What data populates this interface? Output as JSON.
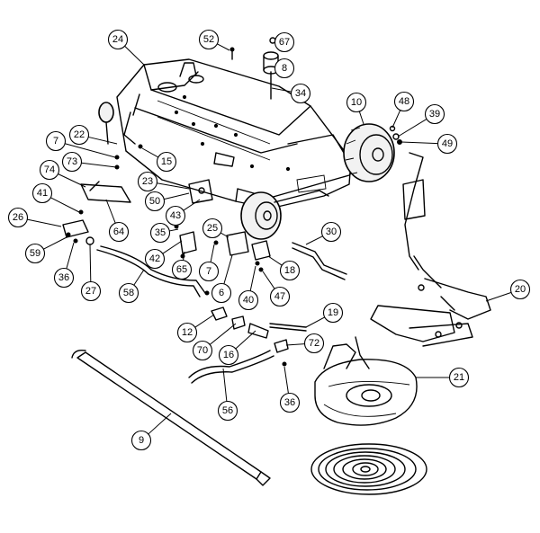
{
  "diagram": {
    "callouts": [
      {
        "label": "24"
      },
      {
        "label": "52"
      },
      {
        "label": "67"
      },
      {
        "label": "8"
      },
      {
        "label": "34"
      },
      {
        "label": "10"
      },
      {
        "label": "48"
      },
      {
        "label": "39"
      },
      {
        "label": "49"
      },
      {
        "label": "7"
      },
      {
        "label": "22"
      },
      {
        "label": "73"
      },
      {
        "label": "74"
      },
      {
        "label": "15"
      },
      {
        "label": "23"
      },
      {
        "label": "50"
      },
      {
        "label": "41"
      },
      {
        "label": "43"
      },
      {
        "label": "26"
      },
      {
        "label": "64"
      },
      {
        "label": "35"
      },
      {
        "label": "25"
      },
      {
        "label": "30"
      },
      {
        "label": "59"
      },
      {
        "label": "42"
      },
      {
        "label": "36"
      },
      {
        "label": "27"
      },
      {
        "label": "65"
      },
      {
        "label": "7"
      },
      {
        "label": "18"
      },
      {
        "label": "58"
      },
      {
        "label": "6"
      },
      {
        "label": "40"
      },
      {
        "label": "47"
      },
      {
        "label": "20"
      },
      {
        "label": "12"
      },
      {
        "label": "19"
      },
      {
        "label": "70"
      },
      {
        "label": "16"
      },
      {
        "label": "72"
      },
      {
        "label": "21"
      },
      {
        "label": "36"
      },
      {
        "label": "56"
      },
      {
        "label": "9"
      }
    ]
  }
}
